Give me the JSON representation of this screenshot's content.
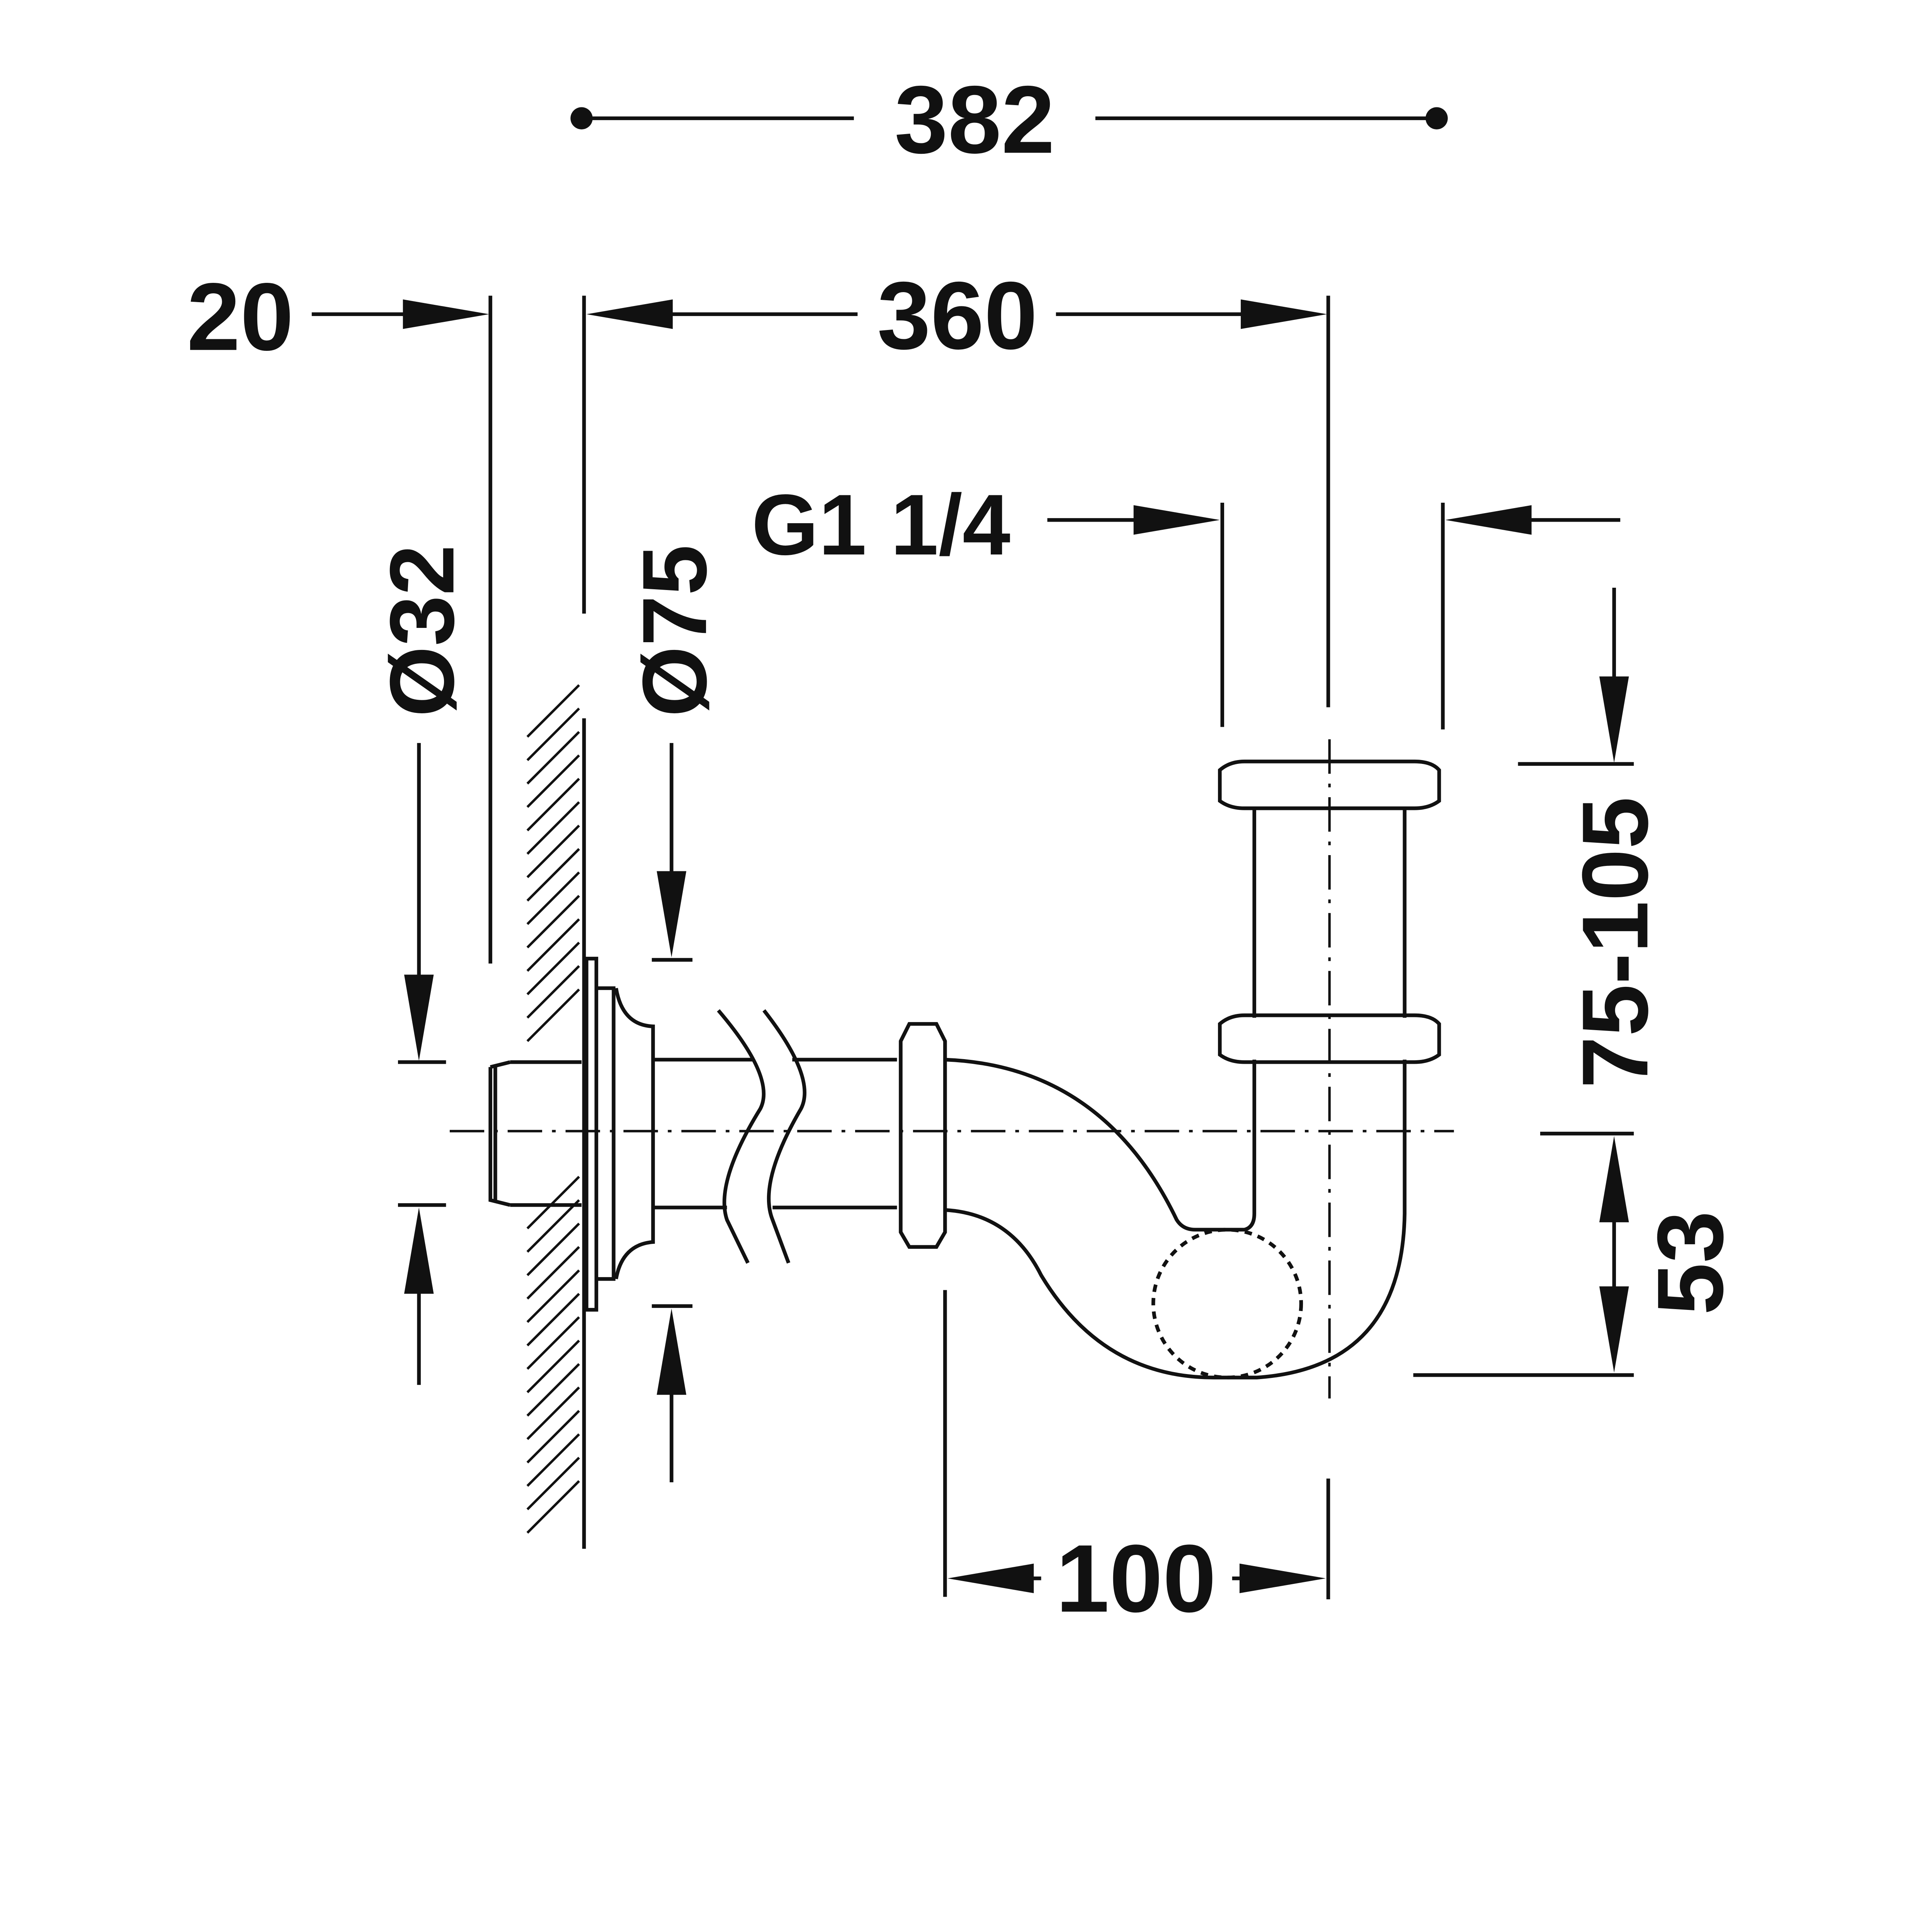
{
  "dimensions": {
    "overall_length": "382",
    "wall_offset": "20",
    "trap_length": "360",
    "thread": "G1 1/4",
    "pipe_diameter": "Ø32",
    "flange_diameter": "Ø75",
    "height_range": "75-105",
    "bottom_offset": "53",
    "trap_width": "100"
  }
}
